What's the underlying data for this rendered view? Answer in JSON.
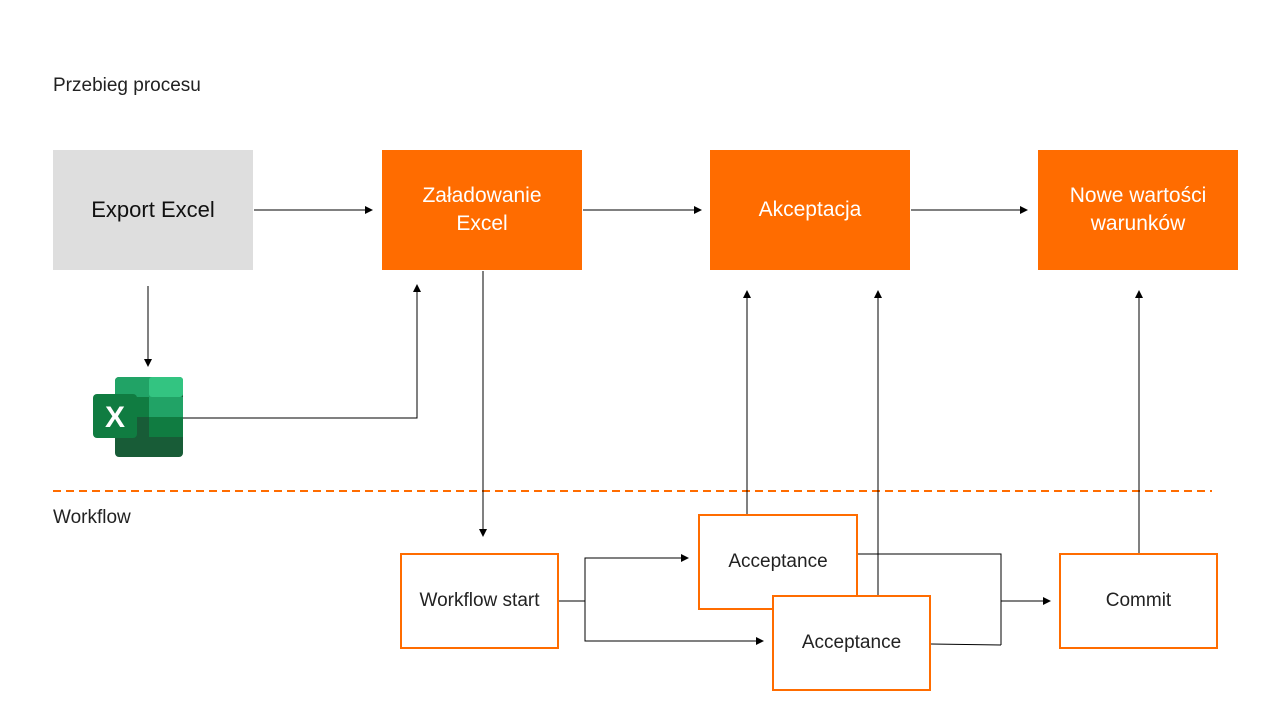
{
  "diagram": {
    "section_process_label": "Przebieg procesu",
    "section_workflow_label": "Workflow",
    "process_nodes": {
      "export_excel": "Export Excel",
      "load_excel": "Załadowanie\nExcel",
      "acceptance": "Akceptacja",
      "new_values": "Nowe wartości\nwarunków"
    },
    "workflow_nodes": {
      "workflow_start": "Workflow start",
      "acceptance_1": "Acceptance",
      "acceptance_2": "Acceptance",
      "commit": "Commit"
    },
    "icons": {
      "excel": "excel-icon",
      "excel_letter": "X"
    },
    "colors": {
      "accent_orange": "#ff6c00",
      "gray_box": "#dedede",
      "excel_dark": "#185c37",
      "excel_mid": "#21a366",
      "excel_light": "#33c481",
      "excel_badge": "#107c41"
    }
  }
}
